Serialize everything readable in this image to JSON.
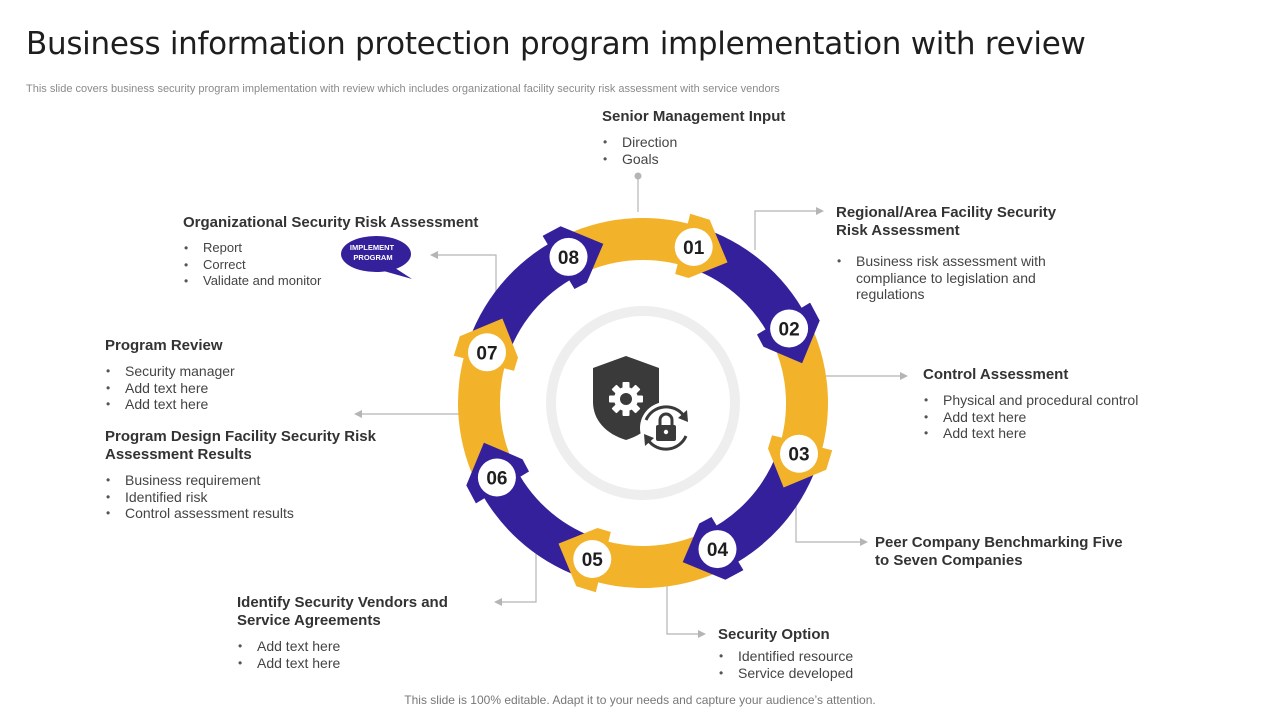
{
  "title": "Business information protection program implementation with review",
  "subtitle": "This slide covers business security program implementation with review which includes organizational facility security risk assessment with service vendors",
  "footer": "This slide is 100% editable. Adapt it to your needs and capture your audience’s attention.",
  "center_icon": "shield-gear-lock-icon",
  "bubble": {
    "line1": "IMPLEMENT",
    "line2": "PROGRAM"
  },
  "colors": {
    "purple": "#35209c",
    "gold": "#f2b32a"
  },
  "steps": [
    {
      "num": "01"
    },
    {
      "num": "02"
    },
    {
      "num": "03"
    },
    {
      "num": "04"
    },
    {
      "num": "05"
    },
    {
      "num": "06"
    },
    {
      "num": "07"
    },
    {
      "num": "08"
    }
  ],
  "blocks": {
    "senior": {
      "heading": "Senior Management Input",
      "items": [
        "Direction",
        "Goals"
      ]
    },
    "regional": {
      "heading1": "Regional/Area Facility Security",
      "heading2": "Risk Assessment",
      "items": [
        "Business risk assessment with",
        "compliance to legislation and",
        "regulations"
      ]
    },
    "control": {
      "heading": "Control Assessment",
      "items": [
        "Physical and procedural control",
        "Add text here",
        "Add text here"
      ]
    },
    "peer": {
      "heading1": "Peer Company Benchmarking Five",
      "heading2": "to Seven Companies"
    },
    "security_option": {
      "heading": "Security Option",
      "items": [
        "Identified resource",
        "Service developed"
      ]
    },
    "vendors": {
      "heading1": "Identify Security Vendors and",
      "heading2": "Service Agreements",
      "items": [
        "Add text here",
        "Add text here"
      ]
    },
    "design": {
      "heading1": "Program Design Facility Security Risk",
      "heading2": "Assessment Results",
      "items": [
        "Business requirement",
        "Identified risk",
        "Control assessment results"
      ]
    },
    "review": {
      "heading": "Program Review",
      "items": [
        "Security manager",
        "Add text here",
        "Add text here"
      ]
    },
    "org": {
      "heading": "Organizational Security Risk Assessment",
      "items": [
        "Report",
        "Correct",
        "Validate and monitor"
      ]
    }
  }
}
